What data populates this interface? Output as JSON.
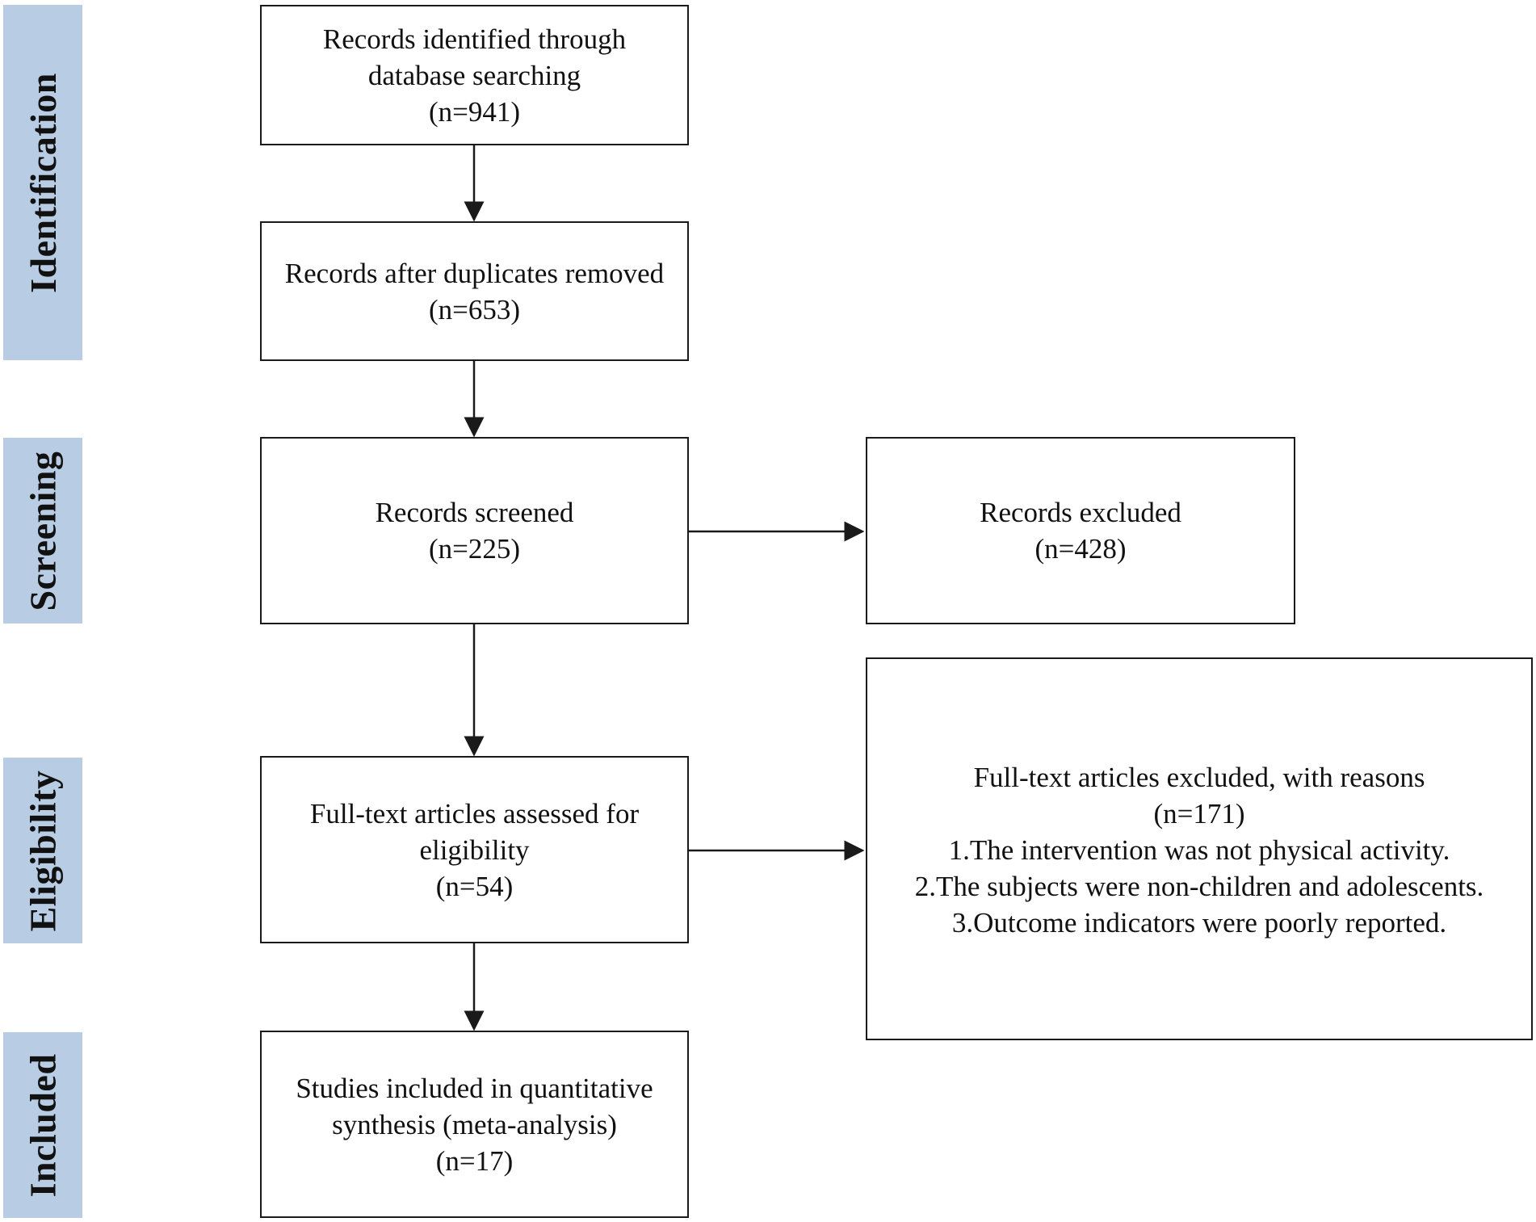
{
  "phases": [
    {
      "id": "identification",
      "label": "Identification"
    },
    {
      "id": "screening",
      "label": "Screening"
    },
    {
      "id": "eligibility",
      "label": "Eligibility"
    },
    {
      "id": "included",
      "label": "Included"
    }
  ],
  "boxes": {
    "identified": {
      "lines": [
        "Records identified through",
        "database searching",
        "(n=941)"
      ]
    },
    "deduplicated": {
      "lines": [
        "Records after duplicates removed",
        "(n=653)"
      ]
    },
    "screened": {
      "lines": [
        "Records screened",
        "(n=225)"
      ]
    },
    "excluded": {
      "lines": [
        "Records excluded",
        "(n=428)"
      ]
    },
    "fulltext": {
      "lines": [
        "Full-text articles assessed for",
        "eligibility",
        "(n=54)"
      ]
    },
    "fulltext_excluded": {
      "lines": [
        "Full-text articles excluded, with reasons",
        "(n=171)",
        "1.The intervention was not physical activity.",
        "2.The subjects were non-children and adolescents.",
        "3.Outcome indicators were poorly reported."
      ]
    },
    "included": {
      "lines": [
        "Studies included in quantitative",
        "synthesis (meta-analysis)",
        "(n=17)"
      ]
    }
  },
  "colors": {
    "phase_fill": "#b8cde4",
    "border": "#1a1a1a",
    "text": "#111111"
  }
}
